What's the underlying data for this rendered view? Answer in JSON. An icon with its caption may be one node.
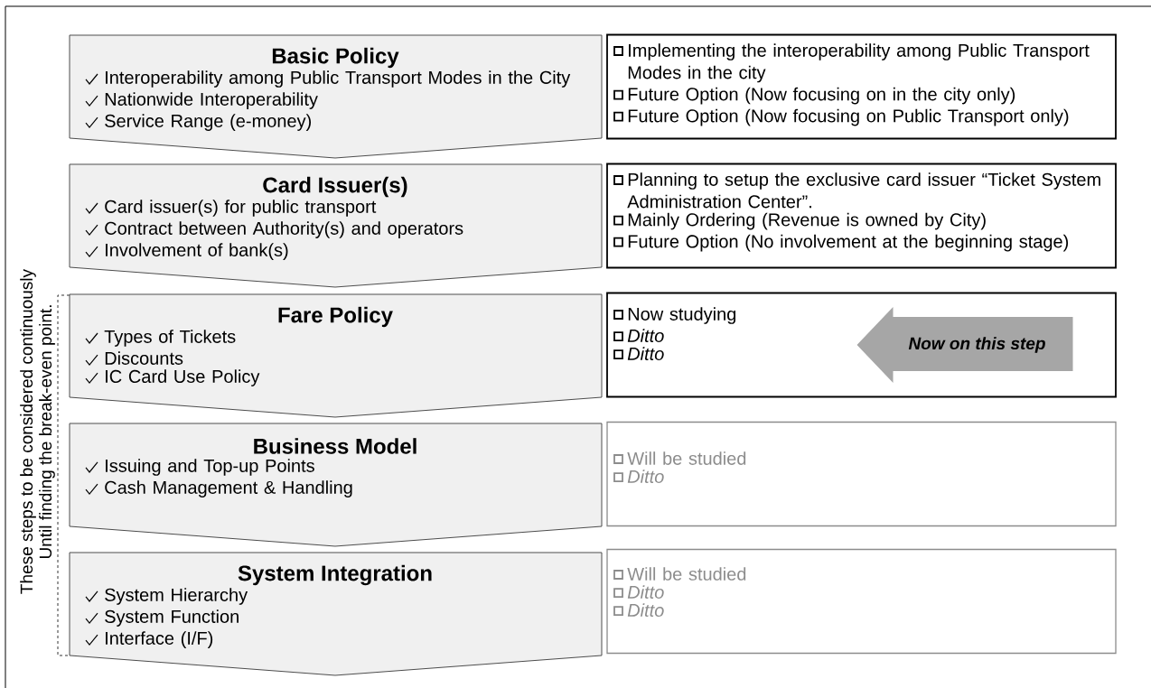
{
  "diagram": {
    "nodes": [
      {
        "text": [
          "Basic Policy",
          "Interoperability among Public Transport Modes in the City",
          "Nationwide Interoperability",
          "Service Range (e-money)"
        ]
      },
      {
        "text": [
          "Implementing the interoperability among Public Transport Modes in the city",
          "Future Option (Now focusing on in the city only)",
          "Future Option (Now focusing on Public Transport only)"
        ]
      },
      {
        "text": [
          "Card Issuer(s)",
          "Card issuer(s) for public transport",
          "Contract between Authority(s) and operators",
          "Involvement of bank(s)"
        ]
      },
      {
        "text": [
          "Planning to setup the exclusive card issuer “Ticket System Administration Center”.",
          "Mainly Ordering (Revenue is owned by City)",
          "Future Option (No involvement at the beginning stage)"
        ]
      },
      {
        "text": [
          "Fare Policy",
          "Types of Tickets",
          "Discounts",
          "IC Card Use Policy"
        ]
      },
      {
        "text": [
          "Now studying",
          "Ditto",
          "Ditto"
        ]
      },
      {
        "text": [
          "Now on this step"
        ],
        "in": 5
      },
      {
        "text": [
          "Business Model",
          "Issuing and Top-up Points",
          "Cash Management & Handling"
        ]
      },
      {
        "text": [
          "Will be studied",
          "Ditto"
        ]
      },
      {
        "text": [
          "System Integration",
          "System Hierarchy",
          "System Function",
          "Interface (I/F)"
        ]
      },
      {
        "text": [
          "Will be studied",
          "Ditto",
          "Ditto"
        ]
      }
    ],
    "labels": [
      "These steps to be considered continuously",
      "Until finding the break-even point."
    ]
  }
}
